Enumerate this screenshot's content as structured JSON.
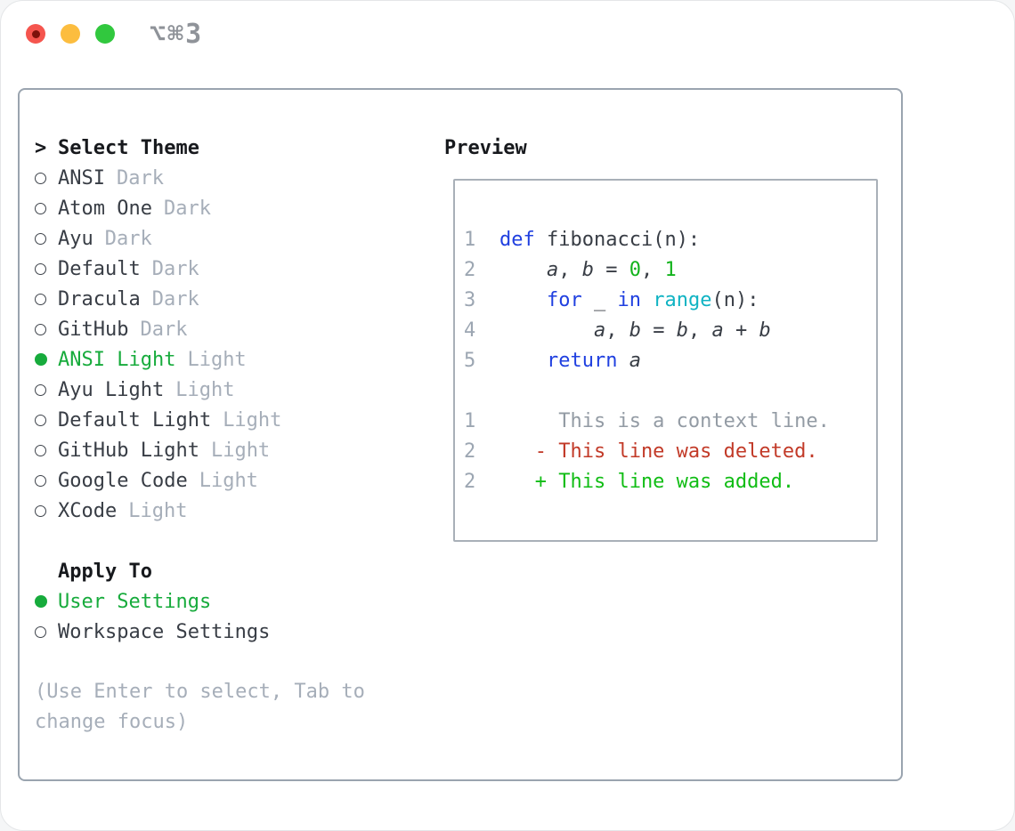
{
  "window": {
    "shortcut": "⌥⌘3",
    "traffic_lights": [
      "close-button",
      "minimize-button",
      "zoom-button"
    ]
  },
  "theme_menu": {
    "cursor": ">",
    "title": "Select Theme",
    "items": [
      {
        "name": "ANSI",
        "tag": "Dark",
        "selected": false
      },
      {
        "name": "Atom One",
        "tag": "Dark",
        "selected": false
      },
      {
        "name": "Ayu",
        "tag": "Dark",
        "selected": false
      },
      {
        "name": "Default",
        "tag": "Dark",
        "selected": false
      },
      {
        "name": "Dracula",
        "tag": "Dark",
        "selected": false
      },
      {
        "name": "GitHub",
        "tag": "Dark",
        "selected": false
      },
      {
        "name": "ANSI Light",
        "tag": "Light",
        "selected": true
      },
      {
        "name": "Ayu Light",
        "tag": "Light",
        "selected": false
      },
      {
        "name": "Default Light",
        "tag": "Light",
        "selected": false
      },
      {
        "name": "GitHub Light",
        "tag": "Light",
        "selected": false
      },
      {
        "name": "Google Code",
        "tag": "Light",
        "selected": false
      },
      {
        "name": "XCode",
        "tag": "Light",
        "selected": false
      }
    ]
  },
  "apply_to": {
    "title": "Apply To",
    "options": [
      {
        "name": "User Settings",
        "selected": true
      },
      {
        "name": "Workspace Settings",
        "selected": false
      }
    ]
  },
  "help_text": "(Use Enter to select, Tab to change focus)",
  "preview": {
    "title": "Preview",
    "code_lines": [
      {
        "num": "1",
        "tokens": [
          {
            "t": "def",
            "c": "kw"
          },
          {
            "t": " fibonacci(n):",
            "c": "fg"
          }
        ]
      },
      {
        "num": "2",
        "tokens": [
          {
            "t": "    ",
            "c": "fg"
          },
          {
            "t": "a",
            "c": "var"
          },
          {
            "t": ", ",
            "c": "fg"
          },
          {
            "t": "b",
            "c": "var"
          },
          {
            "t": " = ",
            "c": "fg"
          },
          {
            "t": "0",
            "c": "num"
          },
          {
            "t": ", ",
            "c": "fg"
          },
          {
            "t": "1",
            "c": "num"
          }
        ]
      },
      {
        "num": "3",
        "tokens": [
          {
            "t": "    ",
            "c": "fg"
          },
          {
            "t": "for",
            "c": "kw"
          },
          {
            "t": " _ ",
            "c": "fg"
          },
          {
            "t": "in",
            "c": "kw"
          },
          {
            "t": " ",
            "c": "fg"
          },
          {
            "t": "range",
            "c": "fn"
          },
          {
            "t": "(n):",
            "c": "fg"
          }
        ]
      },
      {
        "num": "4",
        "tokens": [
          {
            "t": "        ",
            "c": "fg"
          },
          {
            "t": "a",
            "c": "var"
          },
          {
            "t": ", ",
            "c": "fg"
          },
          {
            "t": "b",
            "c": "var"
          },
          {
            "t": " = ",
            "c": "fg"
          },
          {
            "t": "b",
            "c": "var"
          },
          {
            "t": ", ",
            "c": "fg"
          },
          {
            "t": "a",
            "c": "var"
          },
          {
            "t": " + ",
            "c": "fg"
          },
          {
            "t": "b",
            "c": "var"
          }
        ]
      },
      {
        "num": "5",
        "tokens": [
          {
            "t": "    ",
            "c": "fg"
          },
          {
            "t": "return",
            "c": "kw"
          },
          {
            "t": " ",
            "c": "fg"
          },
          {
            "t": "a",
            "c": "var"
          }
        ]
      },
      {
        "num": "",
        "tokens": []
      },
      {
        "num": "1",
        "tokens": [
          {
            "t": "     This is a context line.",
            "c": "ctx"
          }
        ]
      },
      {
        "num": "2",
        "tokens": [
          {
            "t": "   - This line was deleted.",
            "c": "del"
          }
        ]
      },
      {
        "num": "2",
        "tokens": [
          {
            "t": "   + This line was added.",
            "c": "add"
          }
        ]
      }
    ]
  },
  "colors": {
    "accent_green": "#17ab3c",
    "text_primary": "#383d45",
    "heading": "#17191d",
    "muted": "#a6aeb9",
    "line_number": "#9ca6b2",
    "panel_border": "#9aa4af",
    "preview_border": "#a9b0b8",
    "keyword_blue": "#2040e0",
    "builtin_cyan": "#10b3c3",
    "number_green": "#13b31c",
    "added_green": "#11bd15",
    "deleted_red": "#c23a28",
    "context_gray": "#939ba4",
    "traffic_red": "#f5554e",
    "traffic_red_dot": "#7d120b",
    "traffic_yellow": "#fcbd3f",
    "traffic_green": "#31c83e",
    "shortcut_gray": "#8f9399"
  }
}
